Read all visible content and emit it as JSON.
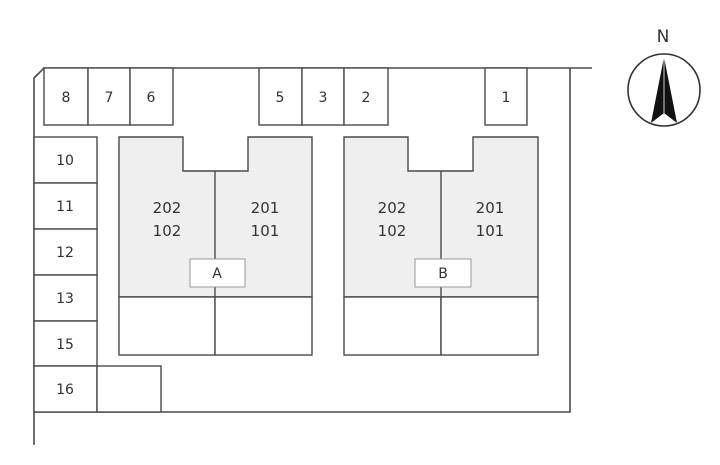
{
  "parking": {
    "top": [
      "8",
      "7",
      "6",
      "5",
      "3",
      "2",
      "1"
    ],
    "left": [
      "10",
      "11",
      "12",
      "13",
      "15",
      "16"
    ]
  },
  "buildings": [
    {
      "label": "A",
      "units": {
        "left_upper": "202",
        "left_lower": "102",
        "right_upper": "201",
        "right_lower": "101"
      }
    },
    {
      "label": "B",
      "units": {
        "left_upper": "202",
        "left_lower": "102",
        "right_upper": "201",
        "right_lower": "101"
      }
    }
  ],
  "compass": {
    "label": "N"
  }
}
